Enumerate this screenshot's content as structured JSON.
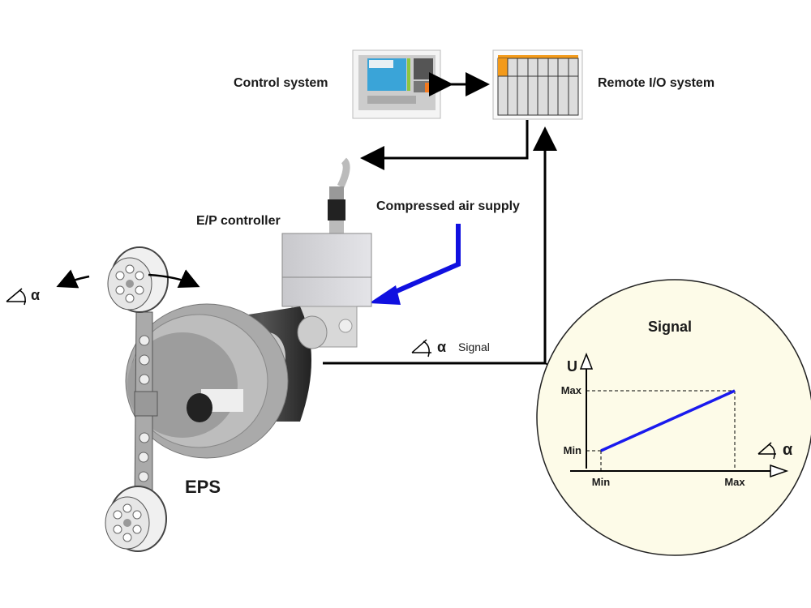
{
  "labels": {
    "control_system": "Control system",
    "remote_io": "Remote I/O system",
    "ep_controller": "E/P controller",
    "compressed_air": "Compressed air supply",
    "eps": "EPS",
    "alpha": "α",
    "signal_line": "Signal"
  },
  "colors": {
    "air_arrow": "#1010e0",
    "signal_curve": "#1a1aee",
    "inset_bg": "#fdfbe8",
    "io_accent": "#f39a1a"
  },
  "chart_data": {
    "type": "line",
    "title": "Signal",
    "xlabel": "α",
    "ylabel": "U",
    "x_ticks": [
      "Min",
      "Max"
    ],
    "y_ticks": [
      "Min",
      "Max"
    ],
    "series": [
      {
        "name": "Signal",
        "x": [
          "Min",
          "Max"
        ],
        "y": [
          "Min",
          "Max"
        ]
      }
    ],
    "grid": false,
    "reference_lines": "dashed projections from endpoints to both axes"
  }
}
